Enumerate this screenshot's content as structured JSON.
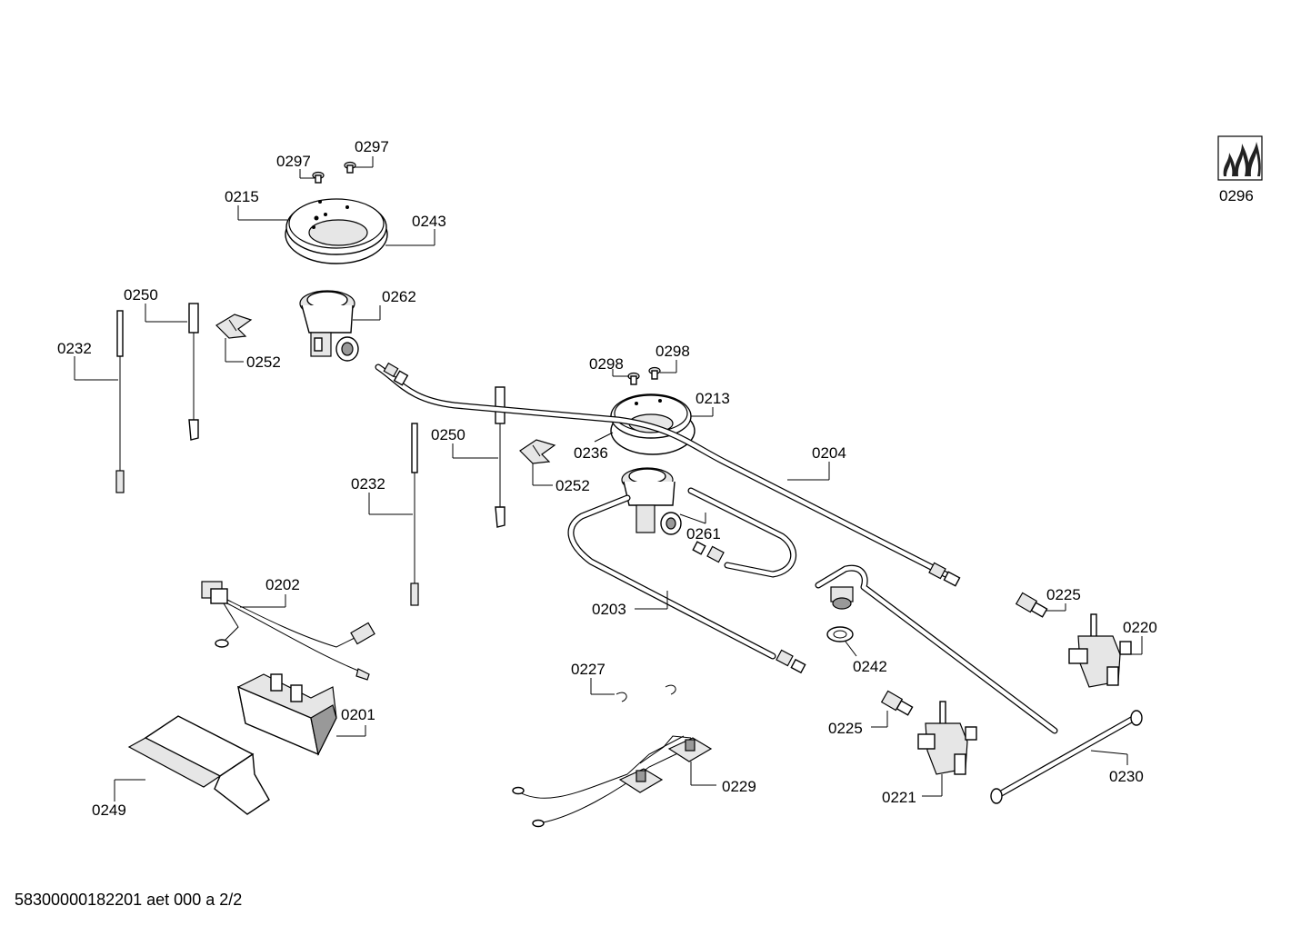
{
  "callouts": {
    "c0297a": "0297",
    "c0297b": "0297",
    "c0215": "0215",
    "c0243": "0243",
    "c0250a": "0250",
    "c0262": "0262",
    "c0232a": "0232",
    "c0252a": "0252",
    "c0298a": "0298",
    "c0298b": "0298",
    "c0213": "0213",
    "c0236": "0236",
    "c0204": "0204",
    "c0250b": "0250",
    "c0252b": "0252",
    "c0232b": "0232",
    "c0261": "0261",
    "c0202": "0202",
    "c0203": "0203",
    "c0225a": "0225",
    "c0220": "0220",
    "c0242": "0242",
    "c0227": "0227",
    "c0201": "0201",
    "c0225b": "0225",
    "c0229": "0229",
    "c0230": "0230",
    "c0221": "0221",
    "c0249": "0249",
    "c0296": "0296"
  },
  "footer": {
    "document_id": "58300000182201 aet 000 a 2/2"
  },
  "icons": {
    "flame_badge": "flame-icon"
  }
}
